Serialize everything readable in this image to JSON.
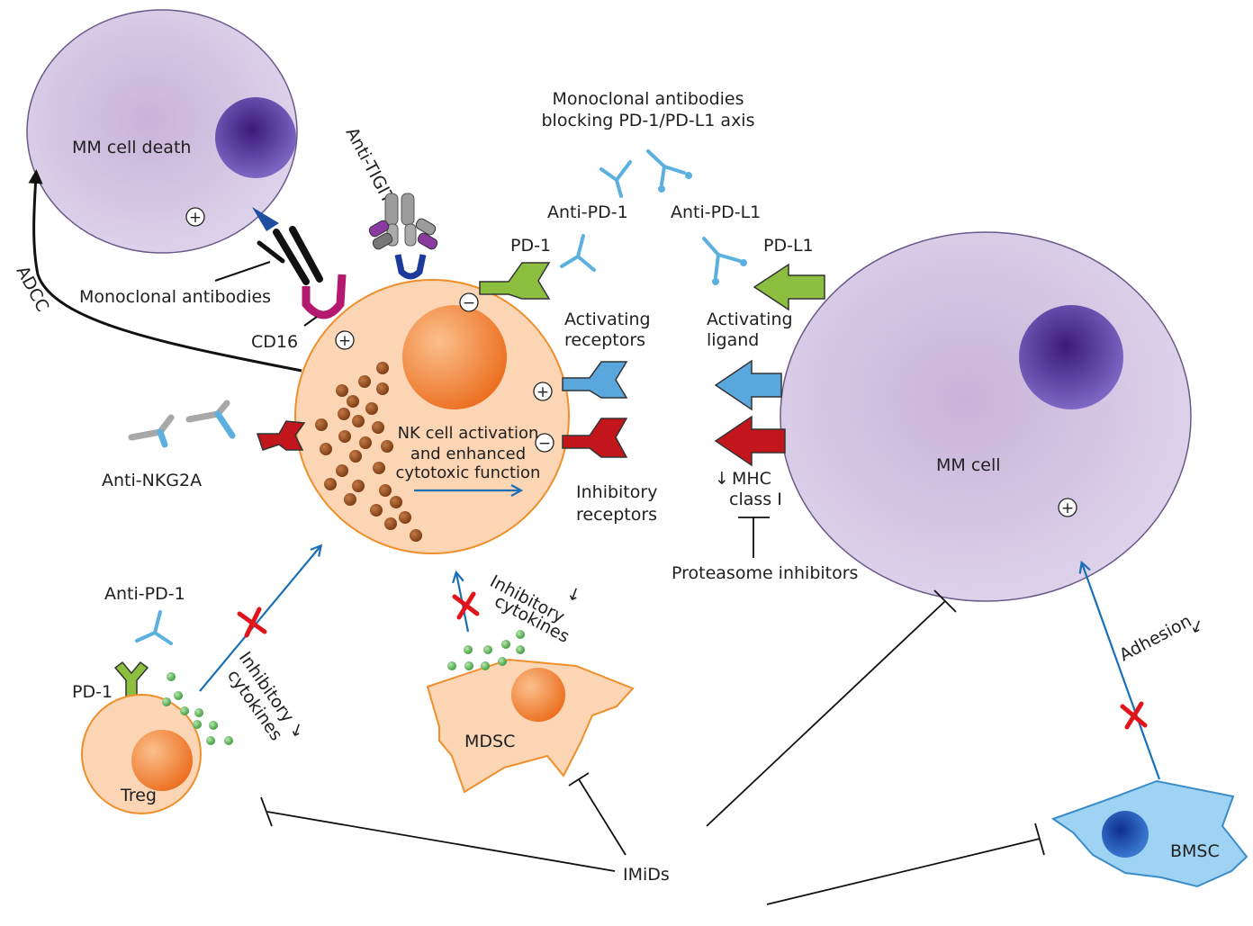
{
  "labels": {
    "mm_cell_death": "MM cell death",
    "anti_tigit": "Anti-TIGIT",
    "mab_pd1_pdl1_line1": "Monoclonal antibodies",
    "mab_pd1_pdl1_line2": "blocking PD-1/PD-L1 axis",
    "anti_pd1_top": "Anti-PD-1",
    "anti_pdl1": "Anti-PD-L1",
    "pd1_nk": "PD-1",
    "pdl1": "PD-L1",
    "adcc": "ADCC",
    "monoclonal_antibodies": "Monoclonal antibodies",
    "cd16": "CD16",
    "activating_receptors_1": "Activating",
    "activating_receptors_2": "receptors",
    "activating_ligand_1": "Activating",
    "activating_ligand_2": "ligand",
    "nk_activation_1": "NK cell activation",
    "nk_activation_2": "and enhanced",
    "nk_activation_3": "cytotoxic function",
    "anti_nkg2a": "Anti-NKG2A",
    "inhibitory_receptors_1": "Inhibitory",
    "inhibitory_receptors_2": "receptors",
    "mhc_1": "MHC",
    "mhc_2": "class I",
    "mhc_arrow": "↓",
    "mm_cell": "MM cell",
    "proteasome_inhibitors": "Proteasome inhibitors",
    "anti_pd1_treg": "Anti-PD-1",
    "pd1_treg": "PD-1",
    "treg": "Treg",
    "inhib_cyt_treg_1": "Inhibitory",
    "inhib_cyt_treg_2": "cytokines",
    "inhib_cyt_mdsc_1": "Inhibitory",
    "inhib_cyt_mdsc_2": "cytokines",
    "down_arrow": "↓",
    "mdsc": "MDSC",
    "adhesion": "Adhesion",
    "bmsc": "BMSC",
    "imids": "IMiDs",
    "plus": "+",
    "minus": "−"
  },
  "colors": {
    "mm_cell_fill": "#d9d2ea",
    "mm_nucleus": "#5a3aa0",
    "nk_fill": "#fbd5b4",
    "nk_stroke": "#ef8f2b",
    "nk_nucleus": "#f07a2a",
    "granule": "#8b4a1e",
    "pd_green": "#8cbf3f",
    "activating_blue": "#5aa7dd",
    "inhibitory_red": "#c3161c",
    "antibody_light_blue": "#5cb0e0",
    "arrow_blue": "#1a6fb6",
    "cytokine_green": "#5dbb5a",
    "cd16_magenta": "#b4186f",
    "bmsc_fill": "#9fd3f3"
  }
}
